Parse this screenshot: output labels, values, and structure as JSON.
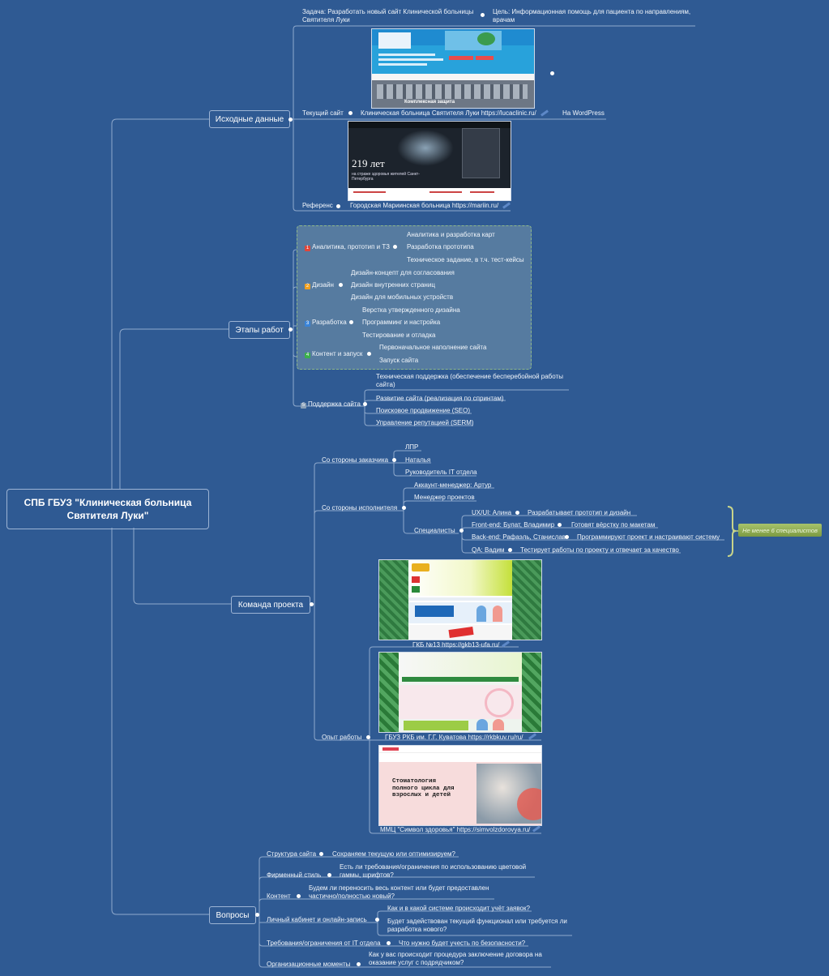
{
  "root": {
    "title": "СПБ ГБУЗ \"Клиническая больница Святителя Луки\""
  },
  "branches": {
    "source": {
      "label": "Исходные данные",
      "task": "Задача: Разработать новый сайт Клинической больницы Святителя Луки",
      "goal": "Цель: Информационная помощь для пациента по направлениям, врачам",
      "current_label": "Текущий сайт",
      "current_site": "Клиническая больница Святителя Луки https://lucaclinic.ru/",
      "current_platform": "На WordPress",
      "reference_label": "Референс",
      "reference_site": "Городская Мариинская больница https://mariin.ru/",
      "shot_luka_banner": "Комплексная защита",
      "shot_mariin_big": "219 лет",
      "shot_mariin_sub": "на страже здоровья жителей Санкт-Петербурга"
    },
    "stages": {
      "label": "Этапы работ",
      "items": [
        {
          "num": "1",
          "label": "Аналитика, прототип и ТЗ",
          "color": "#e0463a",
          "children": [
            "Аналитика и разработка карт",
            "Разработка прототипа",
            "Техническое задание, в т.ч. тест-кейсы"
          ]
        },
        {
          "num": "2",
          "label": "Дизайн",
          "color": "#f0a020",
          "children": [
            "Дизайн-концепт для согласования",
            "Дизайн внутренних страниц",
            "Дизайн для мобильных устройств"
          ]
        },
        {
          "num": "3",
          "label": "Разработка",
          "color": "#3a84d8",
          "children": [
            "Верстка утвержденного дизайна",
            "Программинг и настройка",
            "Тестирование и отладка"
          ]
        },
        {
          "num": "4",
          "label": "Контент и запуск",
          "color": "#3ab04a",
          "children": [
            "Первоначальное наполнение сайта",
            "Запуск сайта"
          ]
        },
        {
          "num": "5",
          "label": "Поддержка сайта",
          "color": "#8aa0b8",
          "children": [
            "Техническая поддержка (обеспечение бесперебойной работы сайта)",
            "Развитие сайта (реализация по спринтам)",
            "Поисковое продвижение (SEO)",
            "Управление репутацией (SERM)"
          ]
        }
      ]
    },
    "team": {
      "label": "Команда проекта",
      "client_label": "Со стороны заказчика",
      "client": [
        "ЛПР",
        "Наталья",
        "Руководитель IT отдела"
      ],
      "vendor_label": "Со стороны исполнителя",
      "vendor": [
        "Аккаунт-менеджер: Артур",
        "Менеджер проектов"
      ],
      "specialists_label": "Специалисты",
      "specialists": [
        {
          "who": "UX/UI: Алина",
          "does": "Разрабатывает прототип и дизайн"
        },
        {
          "who": "Front-end: Булат, Владимир",
          "does": "Готовят вёрстку по макетам"
        },
        {
          "who": "Back-end: Рафаэль, Станислав",
          "does": "Программируют проект и настраивают систему"
        },
        {
          "who": "QA: Вадим",
          "does": "Тестирует работы по проекту и отвечает за качество"
        }
      ],
      "callout": "Не менее 6 специалистов",
      "experience_label": "Опыт работы",
      "experience": [
        "ГКБ №13 https://gkb13-ufa.ru/",
        "ГБУЗ РКБ им. Г.Г. Куватова https://rkbkuv.ru/ru/",
        "ММЦ \"Символ здоровья\" https://simvolzdorovya.ru/"
      ],
      "shot_smile_text": "Стоматология полного цикла для взрослых и детей"
    },
    "questions": {
      "label": "Вопросы",
      "items": [
        {
          "q": "Структура сайта",
          "a": [
            "Сохраняем текущую или оптимизируем?"
          ]
        },
        {
          "q": "Фирменный стиль",
          "a": [
            "Есть ли требования/ограничения по использованию цветовой гаммы, шрифтов?"
          ]
        },
        {
          "q": "Контент",
          "a": [
            "Будем ли переносить весь контент или будет предоставлен частично/полностью новый?"
          ]
        },
        {
          "q": "Личный кабинет и онлайн-запись",
          "a": [
            "Как и в какой системе происходит учёт заявок?",
            "Будет задействован текущий функционал или требуется ли разработка нового?"
          ]
        },
        {
          "q": "Требования/ограничения от IT отдела",
          "a": [
            "Что нужно будет учесть по безопасности?"
          ]
        },
        {
          "q": "Организационные моменты",
          "a": [
            "Как у вас происходит процедура заключение договора на оказание услуг с подрядчиком?"
          ]
        }
      ]
    }
  },
  "colors": {
    "background": "#2f5a93",
    "line": "#8fa9cc",
    "group_fill": "#567ba0",
    "callout": "#8fae55"
  }
}
